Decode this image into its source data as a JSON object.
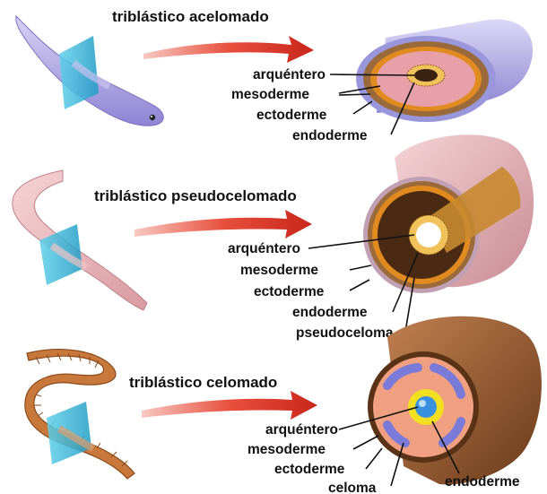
{
  "rows": [
    {
      "title": "triblástico acelomado",
      "labels": [
        "arquéntero",
        "mesoderme",
        "ectoderme",
        "endoderme"
      ]
    },
    {
      "title": "triblástico pseudocelomado",
      "labels": [
        "arquéntero",
        "mesoderme",
        "ectoderme",
        "endoderme",
        "pseudoceloma"
      ]
    },
    {
      "title": "triblástico celomado",
      "labels": [
        "arquéntero",
        "mesoderme",
        "ectoderme",
        "celoma",
        "endoderme"
      ]
    }
  ],
  "colors": {
    "arrow": "#d6301f",
    "glass": "#3fb8d8",
    "flatworm": "#a89ee0",
    "roundworm": "#e8b4b8",
    "earthworm": "#c8783a",
    "ectoderm_ring": "#9a6a3a",
    "mesoderm_ring": "#e08a20",
    "endoderm_pink": "#e8a0a8",
    "coelom_blue": "#7a7ad8",
    "gut_yellow": "#f2e020"
  }
}
